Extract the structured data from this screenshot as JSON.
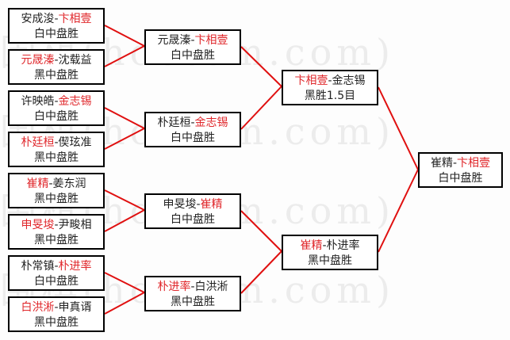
{
  "watermark": "围棋(hoetom.com)",
  "line_color": "#e01010",
  "winner_color": "#e0282c",
  "rounds": [
    [
      {
        "a": "安成浚",
        "b": "卞相壹",
        "winner": 1,
        "result": "白中盘胜"
      },
      {
        "a": "元晟溱",
        "b": "沈载益",
        "winner": 0,
        "result": "黑中盘胜"
      },
      {
        "a": "许映皓",
        "b": "金志锡",
        "winner": 1,
        "result": "白中盘胜"
      },
      {
        "a": "朴廷桓",
        "b": "偰玹准",
        "winner": 0,
        "result": "黑中盘胜"
      },
      {
        "a": "崔精",
        "b": "姜东润",
        "winner": 0,
        "result": "黑中盘胜"
      },
      {
        "a": "申旻埈",
        "b": "尹畯相",
        "winner": 0,
        "result": "黑中盘胜"
      },
      {
        "a": "朴常镇",
        "b": "朴进率",
        "winner": 1,
        "result": "白中盘胜"
      },
      {
        "a": "白洪淅",
        "b": "申真谞",
        "winner": 0,
        "result": "黑中盘胜"
      }
    ],
    [
      {
        "a": "元晟溱",
        "b": "卞相壹",
        "winner": 1,
        "result": "白中盘胜"
      },
      {
        "a": "朴廷桓",
        "b": "金志锡",
        "winner": 1,
        "result": "白中盘胜"
      },
      {
        "a": "申旻埈",
        "b": "崔精",
        "winner": 1,
        "result": "白中盘胜"
      },
      {
        "a": "朴进率",
        "b": "白洪淅",
        "winner": 0,
        "result": "黑中盘胜"
      }
    ],
    [
      {
        "a": "卞相壹",
        "b": "金志锡",
        "winner": 0,
        "result": "黑胜1.5目"
      },
      {
        "a": "崔精",
        "b": "朴进率",
        "winner": 0,
        "result": "黑中盘胜"
      }
    ],
    [
      {
        "a": "崔精",
        "b": "卞相壹",
        "winner": 1,
        "result": "白中盘胜"
      }
    ]
  ]
}
